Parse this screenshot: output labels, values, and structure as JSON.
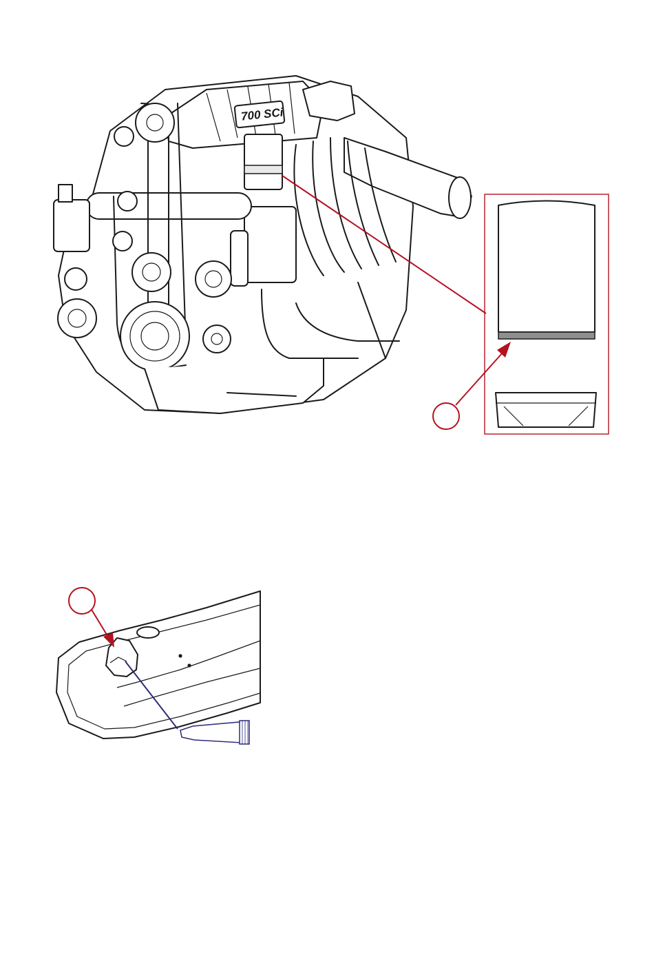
{
  "engine_illustration": {
    "supercharger_badge": "700 SCi"
  },
  "callouts": [
    {
      "id": "a",
      "label": ""
    },
    {
      "id": "b",
      "label": ""
    }
  ],
  "colors": {
    "callout_accent": "#b3121f",
    "sealant_line": "#2b2b7a",
    "line_art": "#1a1a1a",
    "background": "#ffffff"
  }
}
